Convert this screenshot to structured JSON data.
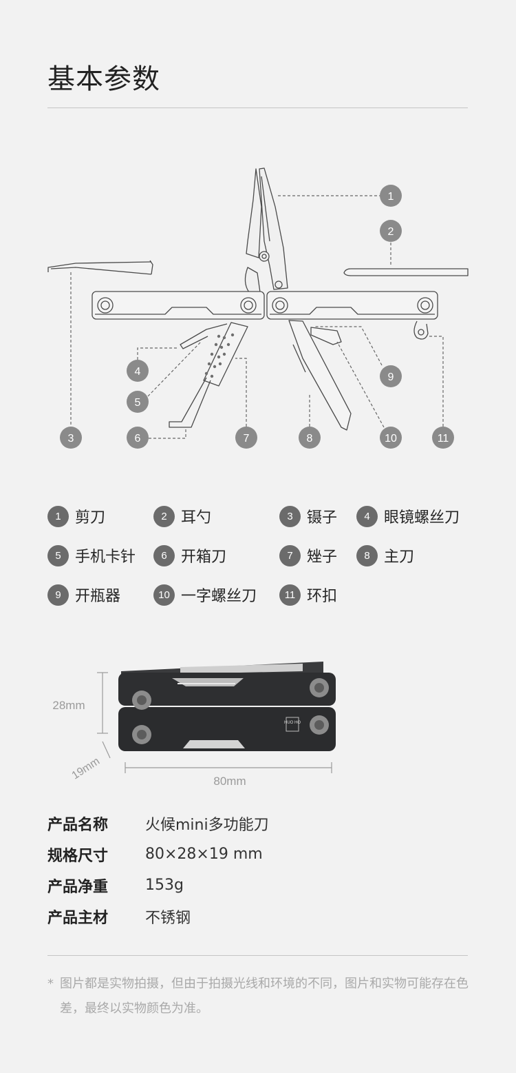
{
  "page": {
    "title": "基本参数"
  },
  "diagram": {
    "callouts": [
      "1",
      "2",
      "3",
      "4",
      "5",
      "6",
      "7",
      "8",
      "9",
      "10",
      "11"
    ]
  },
  "legend": [
    {
      "num": "1",
      "label": "剪刀"
    },
    {
      "num": "2",
      "label": "耳勺"
    },
    {
      "num": "3",
      "label": "镊子"
    },
    {
      "num": "4",
      "label": "眼镜螺丝刀"
    },
    {
      "num": "5",
      "label": "手机卡针"
    },
    {
      "num": "6",
      "label": "开箱刀"
    },
    {
      "num": "7",
      "label": "矬子"
    },
    {
      "num": "8",
      "label": "主刀"
    },
    {
      "num": "9",
      "label": "开瓶器"
    },
    {
      "num": "10",
      "label": "一字螺丝刀"
    },
    {
      "num": "11",
      "label": "环扣"
    }
  ],
  "product_image": {
    "height_label": "28mm",
    "depth_label": "19mm",
    "length_label": "80mm",
    "brand_mark": "HUO HO"
  },
  "specs": [
    {
      "label": "产品名称",
      "value": "火候mini多功能刀"
    },
    {
      "label": "规格尺寸",
      "value": "80×28×19 mm"
    },
    {
      "label": "产品净重",
      "value": "153g"
    },
    {
      "label": "产品主材",
      "value": "不锈钢"
    }
  ],
  "note": {
    "marker": "*",
    "text": "图片都是实物拍摄，但由于拍摄光线和环境的不同，图片和实物可能存在色差，最终以实物颜色为准。"
  },
  "colors": {
    "background": "#f2f2f2",
    "badge": "#6b6b6b",
    "outline": "#4a4a4a",
    "tool_dark": "#2e2f31"
  }
}
